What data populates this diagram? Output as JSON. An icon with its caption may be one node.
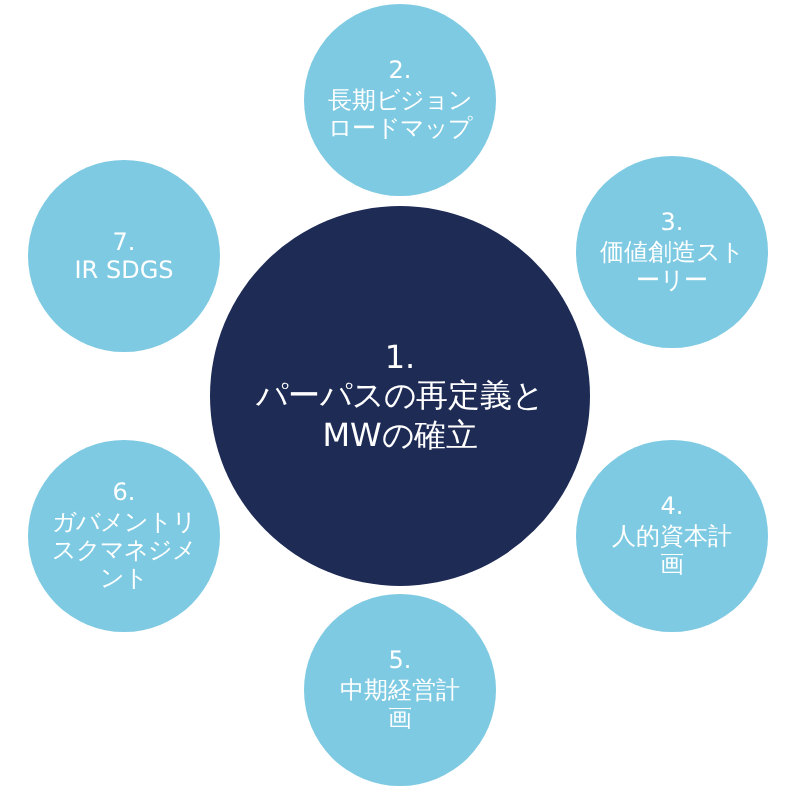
{
  "diagram": {
    "nodes": [
      {
        "text": [
          "1.",
          "パーパスの再定義とMWの確立"
        ]
      },
      {
        "text": [
          "2.",
          "長期ビジョンロードマップ"
        ]
      },
      {
        "text": [
          "3.",
          "価値創造ストーリー"
        ]
      },
      {
        "text": [
          "4.",
          "人的資本計画"
        ]
      },
      {
        "text": [
          "5.",
          "中期経営計画"
        ]
      },
      {
        "text": [
          "6.",
          "ガバメントリスクマネジメント"
        ]
      },
      {
        "text": [
          "7.",
          "IR SDGS"
        ]
      }
    ]
  }
}
